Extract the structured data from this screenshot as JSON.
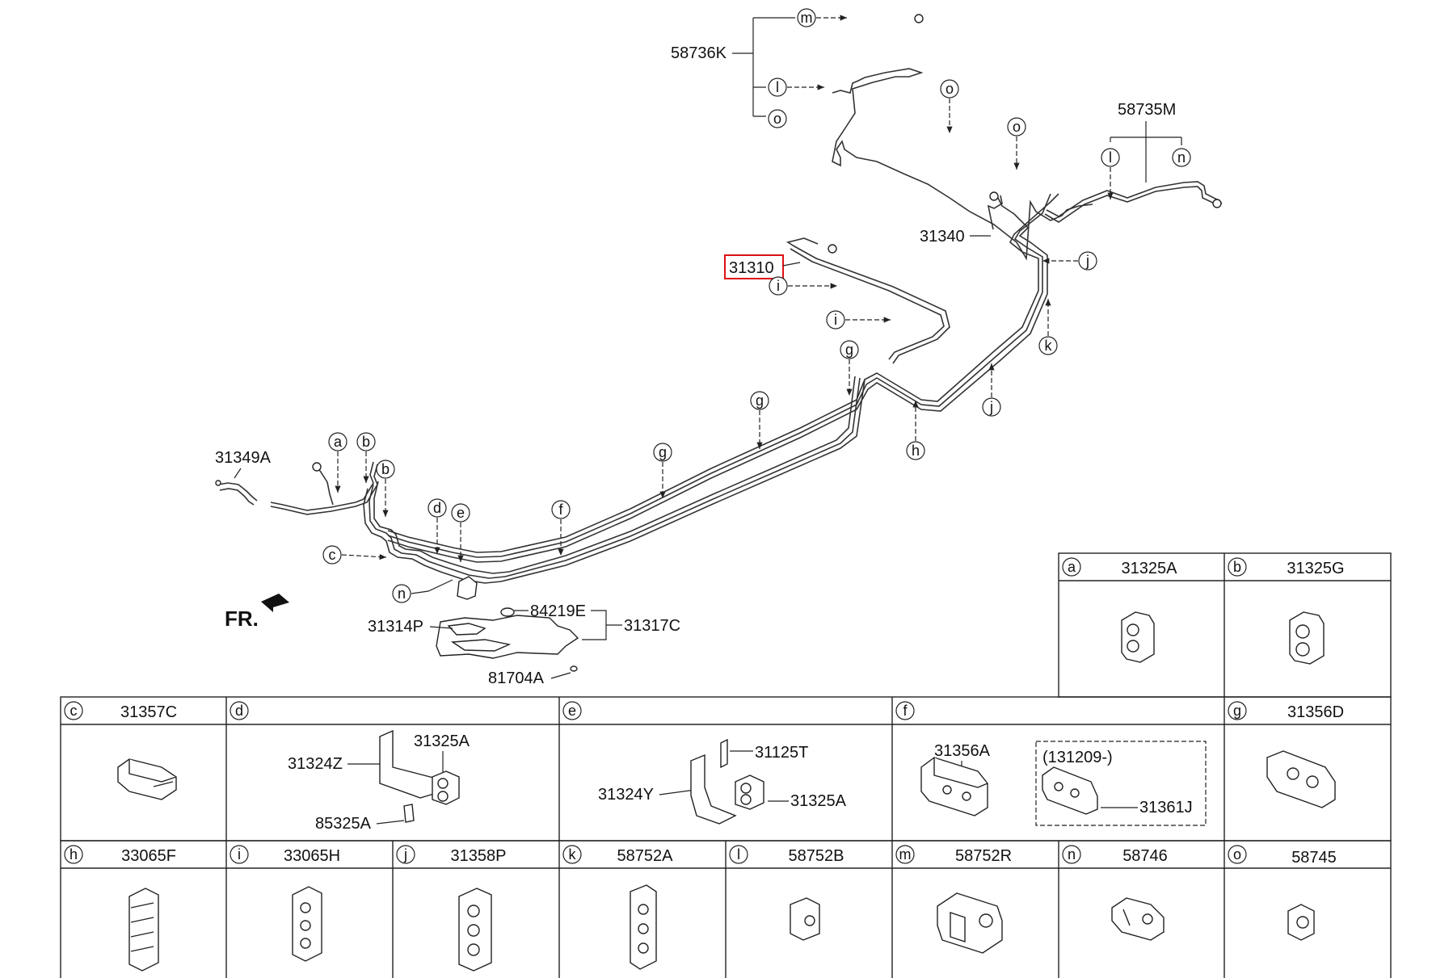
{
  "diagram": {
    "front_label": "FR.",
    "highlighted_part": "31310",
    "callouts": {
      "p58736K": "58736K",
      "p58735M": "58735M",
      "p31340": "31340",
      "p31310": "31310",
      "p31349A": "31349A",
      "p31314P": "31314P",
      "p84219E": "84219E",
      "p31317C": "31317C",
      "p81704A": "81704A"
    },
    "letters": {
      "a": "a",
      "b": "b",
      "c": "c",
      "d": "d",
      "e": "e",
      "f": "f",
      "g": "g",
      "h": "h",
      "i": "i",
      "j": "j",
      "k": "k",
      "l": "l",
      "m": "m",
      "n": "n",
      "o": "o"
    }
  },
  "legend": {
    "cells": {
      "a": {
        "letter": "a",
        "part": "31325A"
      },
      "b": {
        "letter": "b",
        "part": "31325G"
      },
      "c": {
        "letter": "c",
        "part": "31357C"
      },
      "d": {
        "letter": "d",
        "part": ""
      },
      "e": {
        "letter": "e",
        "part": ""
      },
      "f": {
        "letter": "f",
        "part": ""
      },
      "g": {
        "letter": "g",
        "part": "31356D"
      },
      "h": {
        "letter": "h",
        "part": "33065F"
      },
      "i": {
        "letter": "i",
        "part": "33065H"
      },
      "j": {
        "letter": "j",
        "part": "31358P"
      },
      "k": {
        "letter": "k",
        "part": "58752A"
      },
      "l": {
        "letter": "l",
        "part": "58752B"
      },
      "m": {
        "letter": "m",
        "part": "58752R"
      },
      "n": {
        "letter": "n",
        "part": "58746"
      },
      "o": {
        "letter": "o",
        "part": "58745"
      }
    },
    "d_parts": {
      "bracket": "31324Z",
      "clip": "31325A",
      "bolt": "85325A"
    },
    "e_parts": {
      "bolt": "31125T",
      "bracket": "31324Y",
      "clip": "31325A"
    },
    "f_parts": {
      "clip": "31356A",
      "date_note": "(131209-)",
      "alt_clip": "31361J"
    }
  }
}
